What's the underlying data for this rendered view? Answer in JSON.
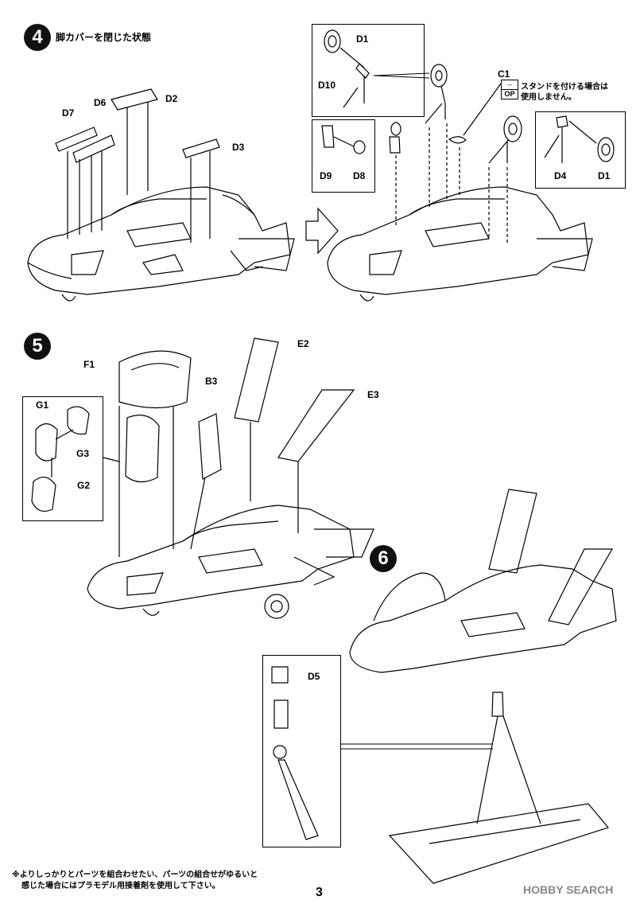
{
  "step4": {
    "number": "4",
    "title": "脚カバーを閉じた状態"
  },
  "step5": {
    "number": "5"
  },
  "step6": {
    "number": "6"
  },
  "parts": {
    "D1_top": "D1",
    "D10": "D10",
    "D9": "D9",
    "D8": "D8",
    "C1": "C1",
    "D4": "D4",
    "D1_right": "D1",
    "D7": "D7",
    "D6": "D6",
    "D2": "D2",
    "D3": "D3",
    "E2": "E2",
    "F1": "F1",
    "B3": "B3",
    "E3": "E3",
    "G1": "G1",
    "G3": "G3",
    "G2": "G2",
    "D5": "D5"
  },
  "op_note": {
    "line1": "スタンドを付ける場合は",
    "line2": "使用しません。",
    "badge_top": "⇔",
    "badge_bottom": "OP"
  },
  "footer": {
    "note_line1": "※よりしっかりとパーツを組合わせたい、パーツの組合せがゆるいと",
    "note_line2": "感じた場合にはプラモデル用接着剤を使用して下さい。",
    "page_number": "3",
    "watermark": "HOBBY SEARCH"
  }
}
